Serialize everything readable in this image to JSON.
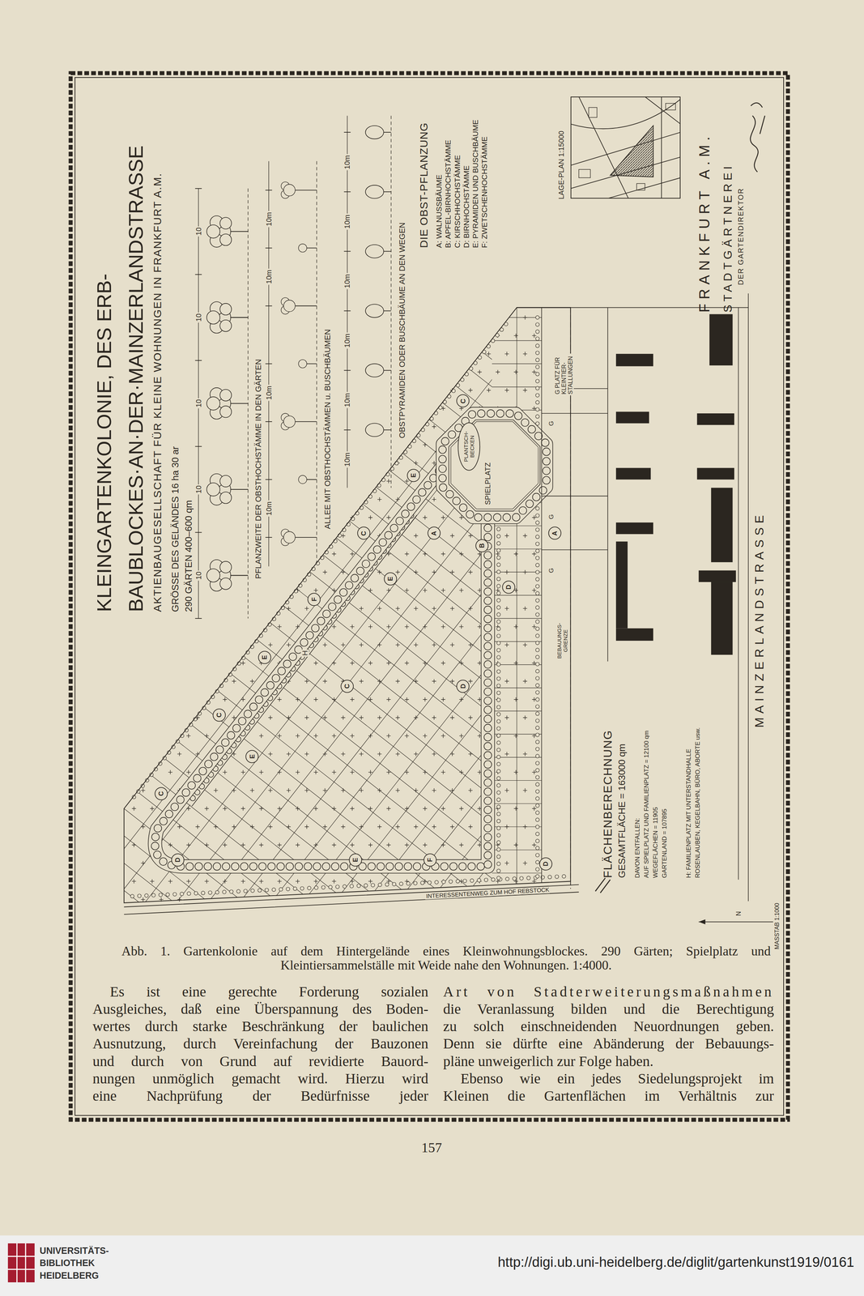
{
  "diagram": {
    "title": "KLEINGARTENKOLONIE, DES ERB- BAUBLOCKES·AN·DER·MAINZERLANDSTRASSE",
    "caption": "Abb. 1. Gartenkolonie auf dem Hintergelände eines Kleinwohnungsblockes. 290 Gärten; Spielplatz und Kleintiersammelställe mit Weide nahe den Wohnungen. 1:4000.",
    "nodes": [
      {
        "text": [
          "LAGE-PLAN 1:15000"
        ]
      },
      {
        "text": [
          "SPIELPLATZ"
        ]
      },
      {
        "text": [
          "PLANTSCH- BECKEN"
        ],
        "in": 1
      },
      {
        "text": [
          "C"
        ]
      },
      {
        "text": [
          "E"
        ]
      },
      {
        "text": [
          "C"
        ]
      },
      {
        "text": [
          "F"
        ]
      },
      {
        "text": [
          "E"
        ]
      },
      {
        "text": [
          "C"
        ]
      },
      {
        "text": [
          "E"
        ]
      },
      {
        "text": [
          "C"
        ]
      },
      {
        "text": [
          "D"
        ]
      },
      {
        "text": [
          "E"
        ]
      },
      {
        "text": [
          "F"
        ]
      },
      {
        "text": [
          "D"
        ]
      },
      {
        "text": [
          "D"
        ]
      },
      {
        "text": [
          "D"
        ]
      },
      {
        "text": [
          "B"
        ]
      },
      {
        "text": [
          "A"
        ]
      },
      {
        "text": [
          "A"
        ]
      },
      {
        "text": [
          "C"
        ]
      },
      {
        "text": [
          "E"
        ]
      }
    ],
    "labels": [
      "AKTIENBAUGESELLSCHAFT FÜR KLEINE WOHNUNGEN IN FRANKFURT A.M.",
      "GRÖSSE DES GELÄNDES 16 ha 30 ar",
      "290 GÄRTEN 400–600 qm",
      "PFLANZWEITE DER OBSTHOCHSTÄMME IN DEN GÄRTEN",
      "ALLEE MIT OBSTHOCHSTÄMMEN u. BUSCHBÄUMEN",
      "OBSTPYRAMIDEN ODER BUSCHBÄUME AN DEN WEGEN",
      "DIE OBST-PFLANZUNG",
      "A: WALNUSSBÄUME",
      "B: APFEL-BIRNHOCHSTÄMME",
      "C: KIRSCHHOCHSTÄMME",
      "D: BIRNHOCHSTÄMME",
      "E: PYRAMIDEN UND BUSCHBÄUME",
      "F: ZWETSCHENHOCHSTÄMME",
      "10",
      "10",
      "10",
      "10",
      "10",
      "10m",
      "10m",
      "10m",
      "10m",
      "10m",
      "10m",
      "10m",
      "10m",
      "10m",
      "10m",
      "G PLATZ FÜR KLEINTIER- STALLUNGEN",
      "BEBAUUNGS- GRENZE",
      "G",
      "G",
      "G",
      "H",
      "FLÄCHENBERECHNUNG",
      "GESAMTFLÄCHE = 163000 qm",
      "DAVON ENTFALLEN:",
      "AUF SPIELPLATZ UND FAMILIENPLATZ = 12100 qm",
      "WEGEFLÄCHEN = 11905",
      "GARTENLAND = 107895",
      "H: FAMILIENPLATZ MIT UNTERSTANDHALLE",
      "ROSENLAUBEN, KEGELBAHN, BÜRO, ABORTE usw.",
      "MAINZERLANDSTRASSE",
      "INTERESSENTENWEG ZUM HOF REBSTOCK",
      "MASSTAB 1:1000",
      "N",
      "FRANKFURT A.M.",
      "STADTGÄRTNEREI",
      "DER GARTENDIREKTOR",
      "Es ist eine gerechte Forderung sozialen",
      "Ausgleiches, daß eine Überspannung des Boden-",
      "wertes durch starke Beschränkung der baulichen",
      "Ausnutzung, durch Vereinfachung der Bauzonen",
      "und durch von Grund auf revidierte Bauord-",
      "nungen unmöglich gemacht wird. Hierzu wird",
      "eine Nachprüfung der Bedürfnisse jeder",
      "Art von Stadterweiterungsmaßnahmen",
      "die Veranlassung bilden und die Berechtigung",
      "zu solch einschneidenden Neuordnungen geben.",
      "Denn sie dürfte eine Abänderung der Bebauungs-",
      "pläne unweigerlich zur Folge haben.",
      "Ebenso wie ein jedes Siedelungsprojekt im",
      "Kleinen die Gartenflächen im Verhältnis zur",
      "157",
      "UNIVERSITÄTS-",
      "BIBLIOTHEK",
      "HEIDELBERG",
      "http://digi.ub.uni-heidelberg.de/diglit/gartenkunst1919/0161"
    ]
  }
}
